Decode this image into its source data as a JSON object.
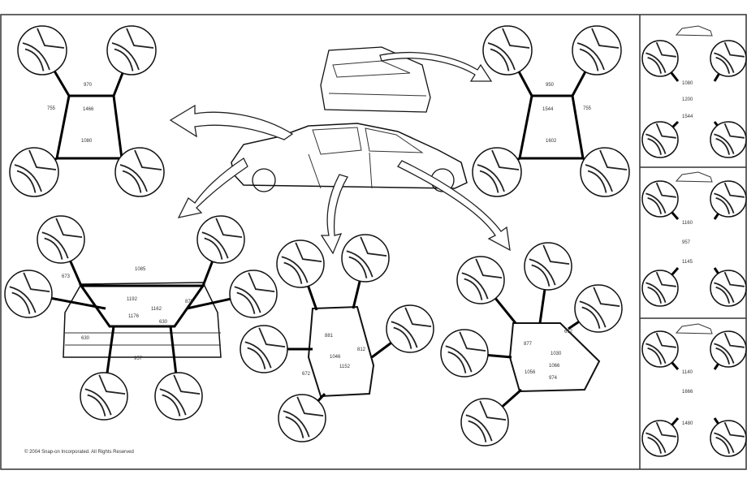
{
  "copyright": "© 2004 Snap-on Incorporated. All Rights Reserved",
  "front_windshield": {
    "top": "970",
    "diag": "1466",
    "side": "755",
    "bottom": "1080"
  },
  "rear_window": {
    "top": "950",
    "diag": "1544",
    "side": "755",
    "bottom": "1602"
  },
  "trunk_opening": {
    "top": "1085",
    "left": "673",
    "diag1": "1192",
    "diag2": "1162",
    "mid": "1176",
    "right": "878",
    "low": "630",
    "low2": "630",
    "bottom": "957"
  },
  "front_door": {
    "top": "881",
    "diag1": "1046",
    "diag2": "1152",
    "right": "812",
    "left": "672"
  },
  "rear_door": {
    "top": "877",
    "diag1": "1030",
    "diag2": "1066",
    "right": "612",
    "left": "1056",
    "low": "974"
  },
  "panel1": {
    "top": "1080",
    "mid": "1200",
    "bottom": "1544"
  },
  "panel2": {
    "top": "1160",
    "mid": "957",
    "bottom": "1145"
  },
  "panel3": {
    "top": "1140",
    "mid": "1666",
    "bottom": "1480"
  }
}
